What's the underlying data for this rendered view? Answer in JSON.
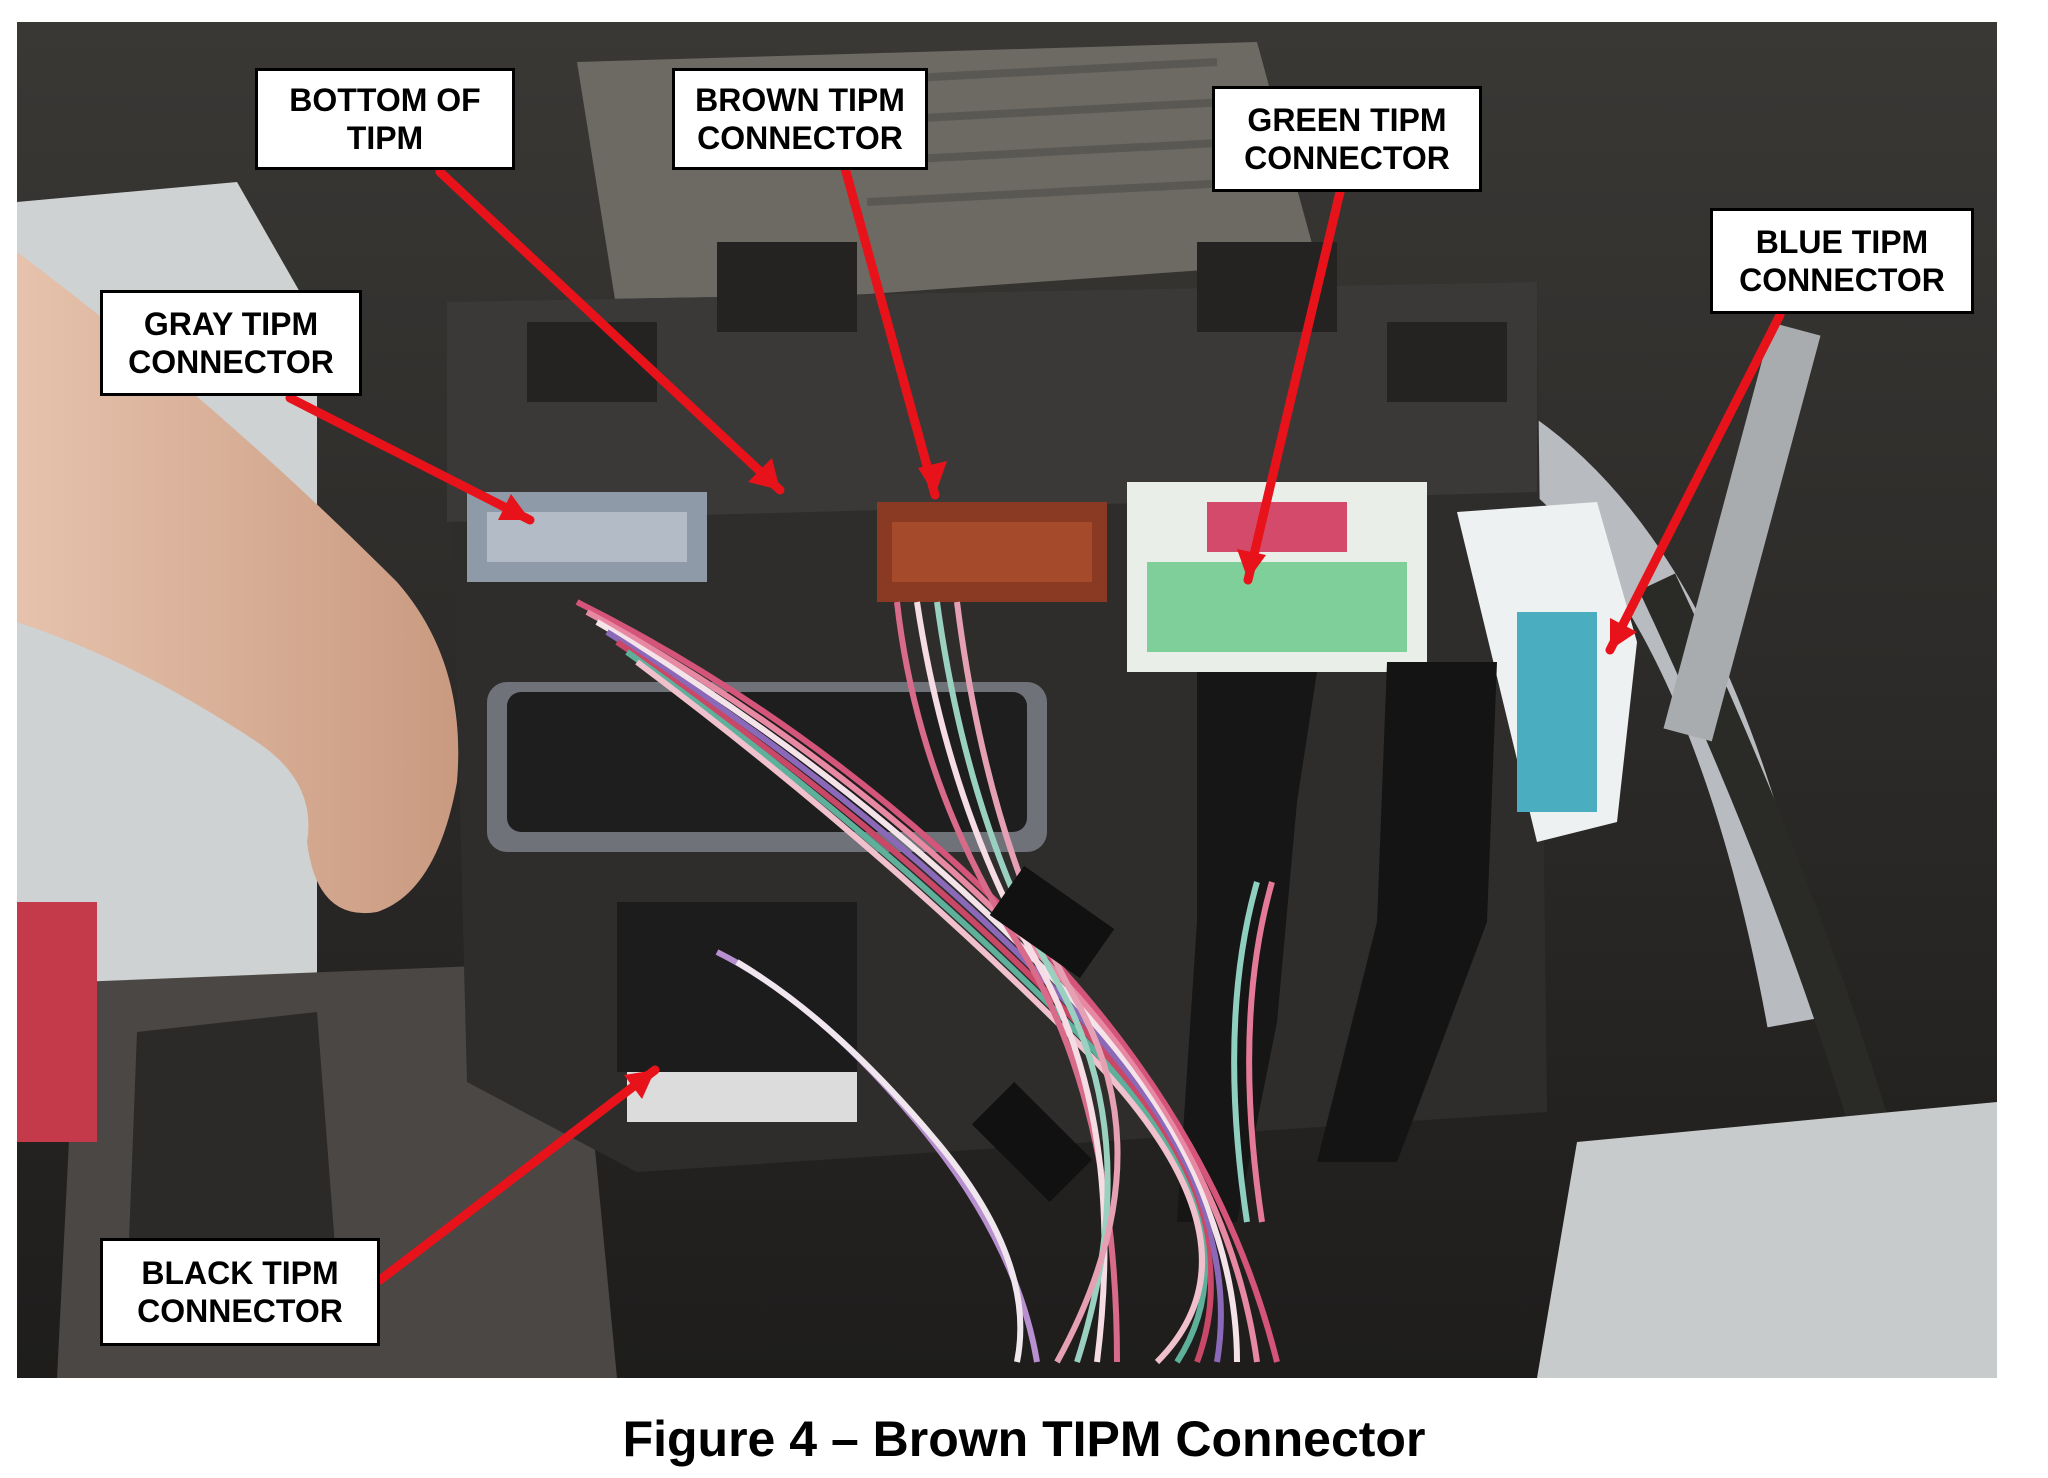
{
  "figure": {
    "caption": "Figure 4 – Brown TIPM Connector",
    "arrow_color": "#e8121a"
  },
  "callouts": {
    "bottom_of_tipm": {
      "line1": "BOTTOM OF",
      "line2": "TIPM"
    },
    "brown_tipm": {
      "line1": "BROWN TIPM",
      "line2": "CONNECTOR"
    },
    "green_tipm": {
      "line1": "GREEN TIPM",
      "line2": "CONNECTOR"
    },
    "blue_tipm": {
      "line1": "BLUE TIPM",
      "line2": "CONNECTOR"
    },
    "gray_tipm": {
      "line1": "GRAY TIPM",
      "line2": "CONNECTOR"
    },
    "black_tipm": {
      "line1": "BLACK TIPM",
      "line2": "CONNECTOR"
    }
  },
  "connector_colors": {
    "gray": "#8e9aa8",
    "brown": "#8a3a22",
    "green": "#7fcf9a",
    "blue": "#4aaec0",
    "black": "#1c1c1c"
  }
}
